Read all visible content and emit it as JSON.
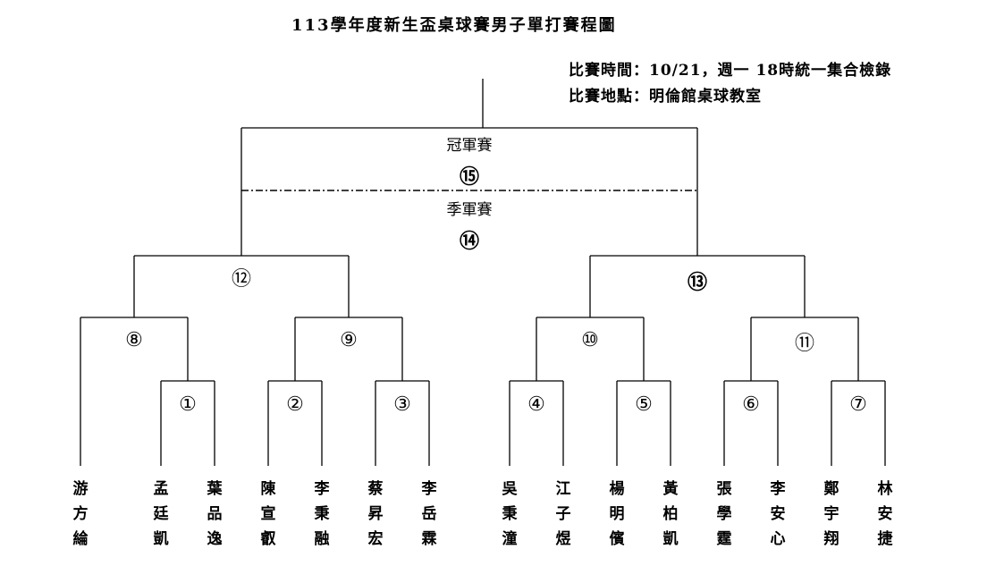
{
  "header": {
    "title": "113學年度新生盃桌球賽男子單打賽程圖",
    "time_line": "比賽時間：10/21，週一 18時統一集合檢錄",
    "venue_line": "比賽地點：明倫館桌球教室"
  },
  "finals": {
    "championship_label": "冠軍賽",
    "championship_number": "⑮",
    "third_place_label": "季軍賽",
    "third_place_number": "⑭"
  },
  "matches": {
    "m1": "①",
    "m2": "②",
    "m3": "③",
    "m4": "④",
    "m5": "⑤",
    "m6": "⑥",
    "m7": "⑦",
    "m8": "⑧",
    "m9": "⑨",
    "m10": "⑩",
    "m11": "⑪",
    "m12": "⑫",
    "m13": "⑬"
  },
  "players": [
    {
      "chars": [
        "游",
        "方",
        "綸"
      ]
    },
    {
      "chars": [
        "孟",
        "廷",
        "凱"
      ]
    },
    {
      "chars": [
        "葉",
        "品",
        "逸"
      ]
    },
    {
      "chars": [
        "陳",
        "宣",
        "叡"
      ]
    },
    {
      "chars": [
        "李",
        "秉",
        "融"
      ]
    },
    {
      "chars": [
        "蔡",
        "昇",
        "宏"
      ]
    },
    {
      "chars": [
        "李",
        "岳",
        "霖"
      ]
    },
    {
      "chars": [
        "吳",
        "秉",
        "潼"
      ]
    },
    {
      "chars": [
        "江",
        "子",
        "煜"
      ]
    },
    {
      "chars": [
        "楊",
        "明",
        "儐"
      ]
    },
    {
      "chars": [
        "黃",
        "柏",
        "凱"
      ]
    },
    {
      "chars": [
        "張",
        "學",
        "霆"
      ]
    },
    {
      "chars": [
        "李",
        "安",
        "心"
      ]
    },
    {
      "chars": [
        "鄭",
        "宇",
        "翔"
      ]
    },
    {
      "chars": [
        "林",
        "安",
        "捷"
      ]
    }
  ]
}
